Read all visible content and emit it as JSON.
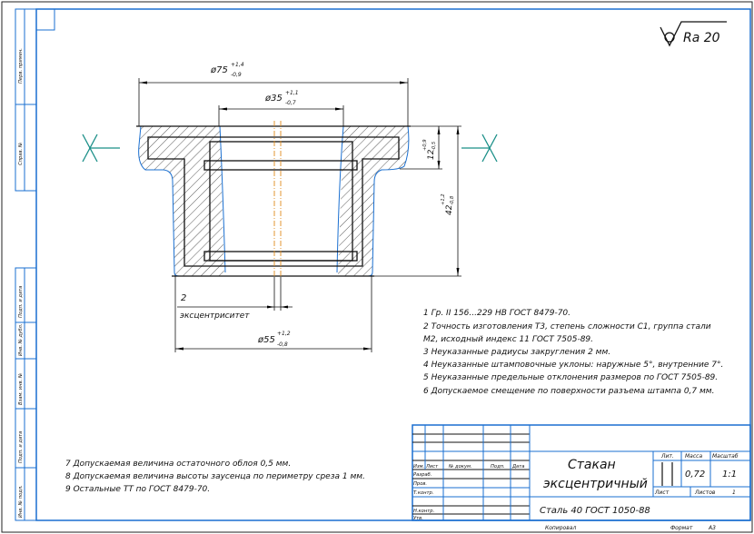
{
  "roughness": {
    "symbol": "check-surface-icon",
    "value": "Ra 20"
  },
  "sidebar": {
    "labels": [
      "Перв. примен.",
      "Справ. №",
      "Подп. и дата",
      "Инв. № дубл.",
      "Взам. инв. №",
      "Подп. и дата",
      "Инв. № подл."
    ]
  },
  "dimensions": {
    "d75": {
      "main": "ø75",
      "upper": "+1,4",
      "lower": "-0,9"
    },
    "d35": {
      "main": "ø35",
      "upper": "+1,1",
      "lower": "-0,7"
    },
    "h12": {
      "main": "12",
      "upper": "+0,9",
      "lower": "-0,5"
    },
    "h42": {
      "main": "42",
      "upper": "+1,2",
      "lower": "-0,8"
    },
    "d55": {
      "main": "ø55",
      "upper": "+1,2",
      "lower": "-0,8"
    },
    "ecc_value": "2",
    "ecc_label": "эксцентриситет"
  },
  "notes_right": [
    "1 Гр. II 156...229 НВ ГОСТ 8479-70.",
    "2  Точность изготовления Т3, степень сложности С1,  группа стали",
    "М2, исходный индекс 11 ГОСТ 7505-89.",
    "3  Неуказанные радиусы закругления 2 мм.",
    "4  Неуказанные штамповочные уклоны: наружные 5°, внутренние 7°.",
    "5  Неуказанные предельные отклонения размеров по ГОСТ 7505-89.",
    "6  Допускаемое смещение по поверхности разъема штампа 0,7 мм."
  ],
  "notes_left": [
    "7  Допускаемая величина остаточного облоя 0,5 мм.",
    "8  Допускаемая величина высоты заусенца по периметру среза 1 мм.",
    "9  Остальные ТТ по ГОСТ 8479-70."
  ],
  "title_block": {
    "col_headers": [
      "Изм.",
      "Лист",
      "№ докум.",
      "Подп.",
      "Дата"
    ],
    "row_labels": [
      "Разраб.",
      "Пров.",
      "Т.контр.",
      "",
      "Н.контр.",
      "Утв."
    ],
    "name_line1": "Стакан",
    "name_line2": "эксцентричный",
    "material": "Сталь  40 ГОСТ 1050-88",
    "lit_label": "Лит.",
    "mass_label": "Масса",
    "scale_label": "Масштаб",
    "mass": "0,72",
    "scale": "1:1",
    "sheet_label": "Лист",
    "sheets_label": "Листов",
    "sheets": "1",
    "copied": "Копировал",
    "format_label": "Формат",
    "format": "А3"
  }
}
